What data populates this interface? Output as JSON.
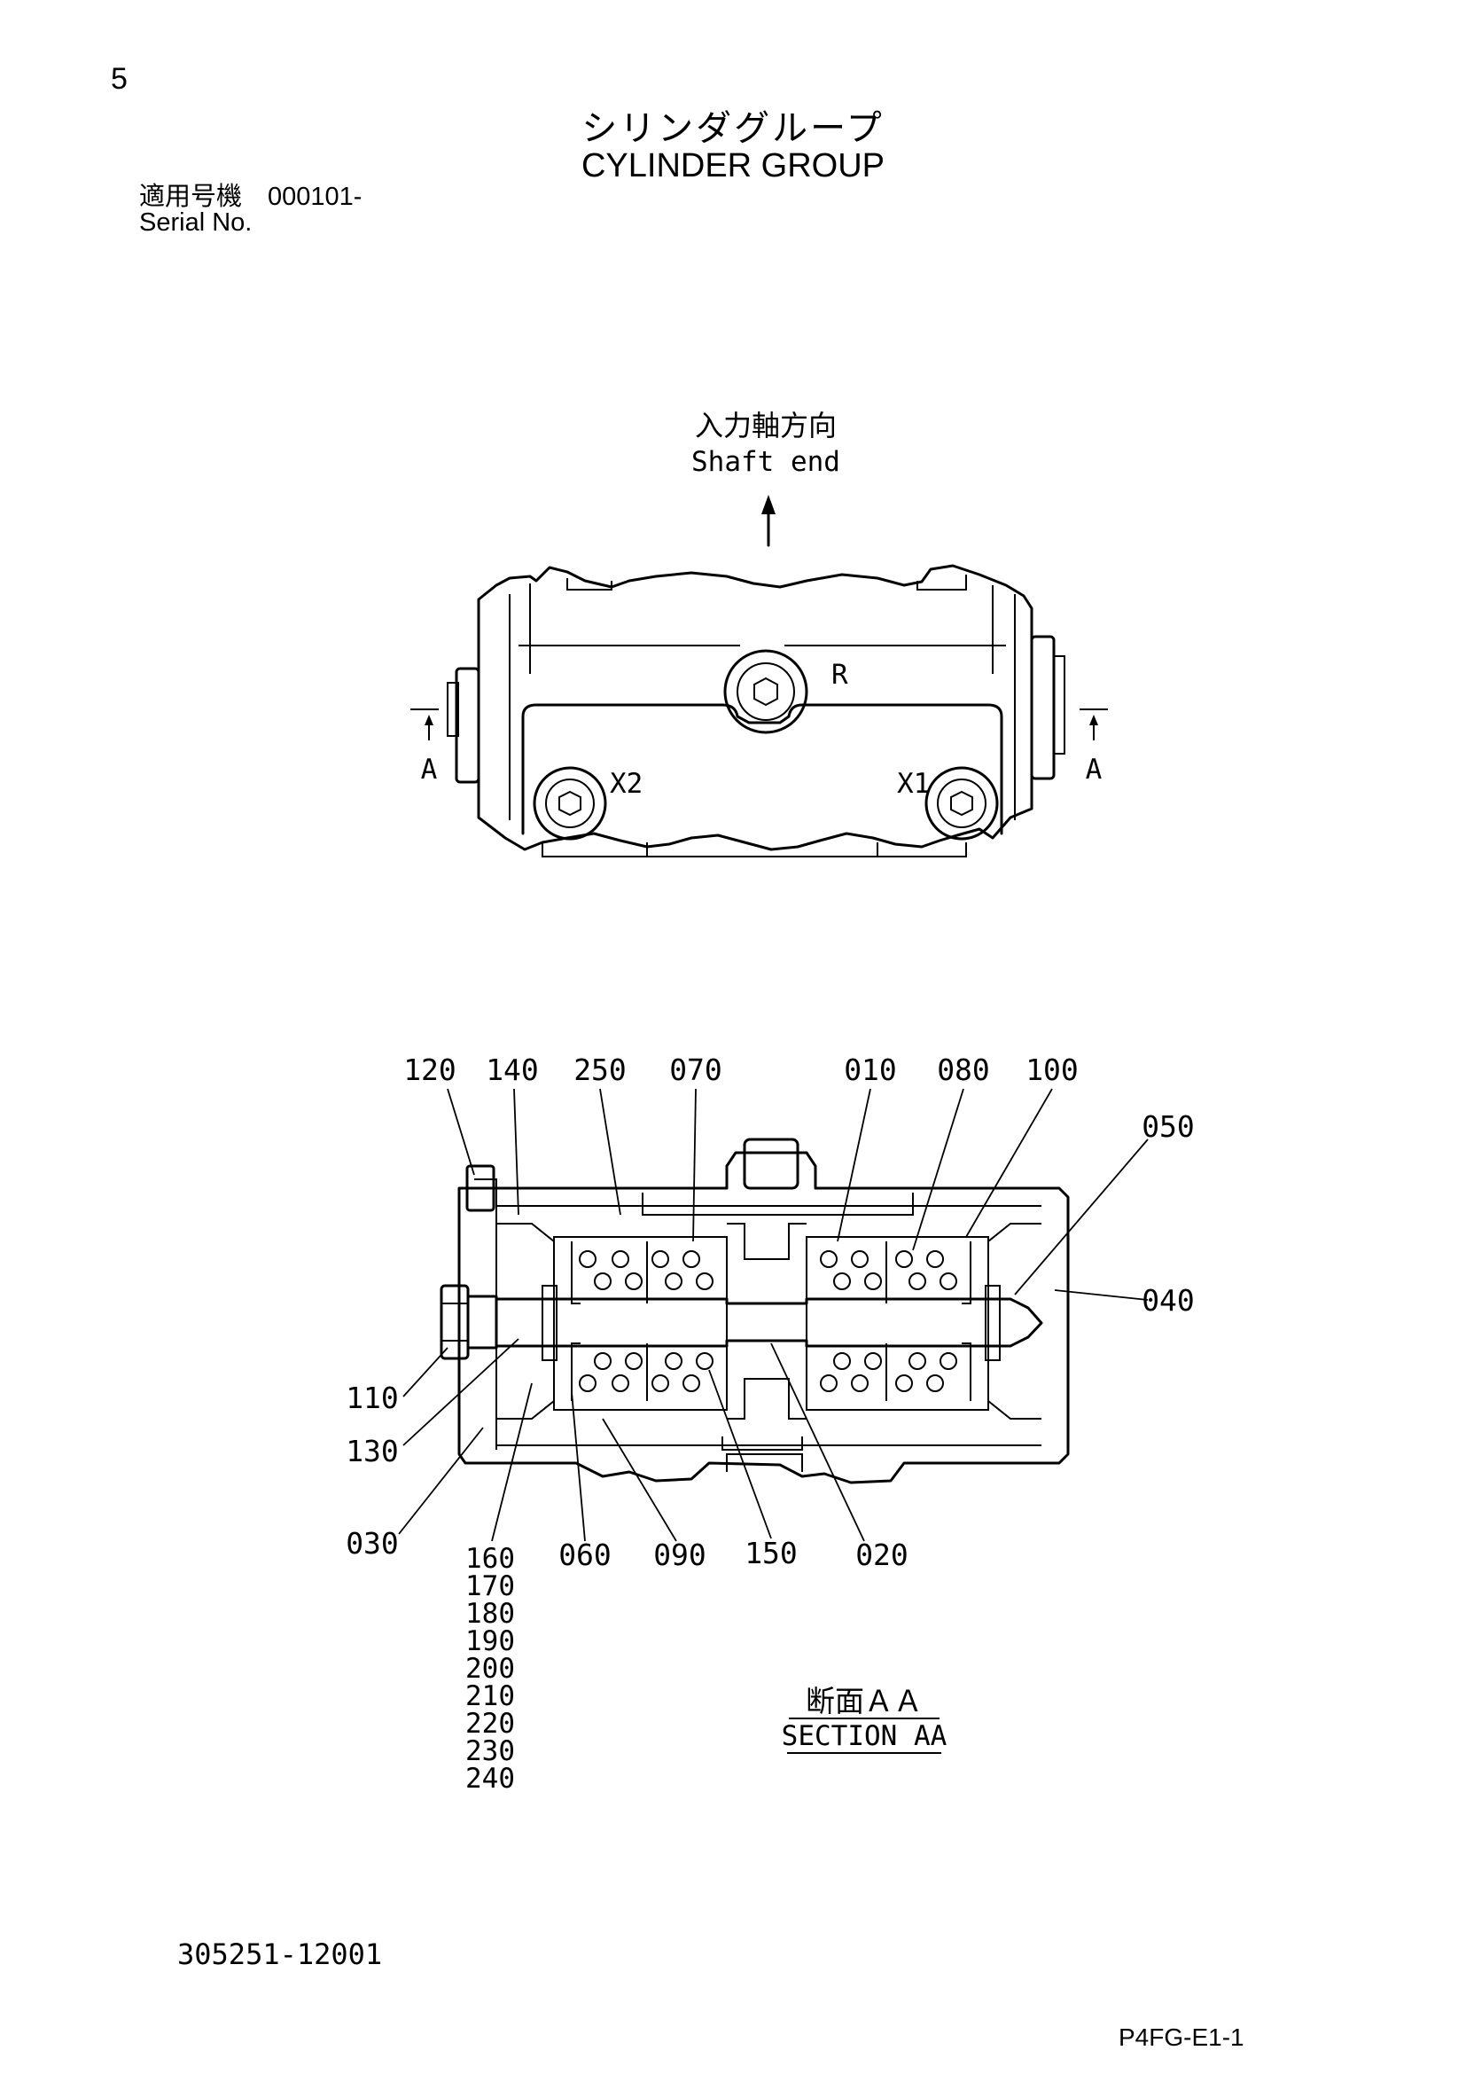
{
  "header": {
    "page_number": "5",
    "title_jp": "シリンダグループ",
    "title_en": "CYLINDER GROUP",
    "serial_label_jp": "適用号機　000101-",
    "serial_label_en": "Serial No."
  },
  "top_view": {
    "direction_jp": "入力軸方向",
    "direction_en": "Shaft end",
    "port_r": "R",
    "port_x1": "X1",
    "port_x2": "X2",
    "section_mark_left": "A",
    "section_mark_right": "A"
  },
  "section_view": {
    "callouts_top": [
      "120",
      "140",
      "250",
      "070",
      "010",
      "080",
      "100"
    ],
    "callouts_right": [
      "050",
      "040"
    ],
    "callouts_left": [
      "110",
      "130",
      "030"
    ],
    "callouts_bottom": [
      "060",
      "090",
      "150",
      "020"
    ],
    "callout_stack": [
      "160",
      "170",
      "180",
      "190",
      "200",
      "210",
      "220",
      "230",
      "240"
    ],
    "caption_jp": "断面ＡＡ",
    "caption_en": "SECTION AA"
  },
  "footer": {
    "doc_number": "305251-12001",
    "sheet_id": "P4FG-E1-1"
  }
}
